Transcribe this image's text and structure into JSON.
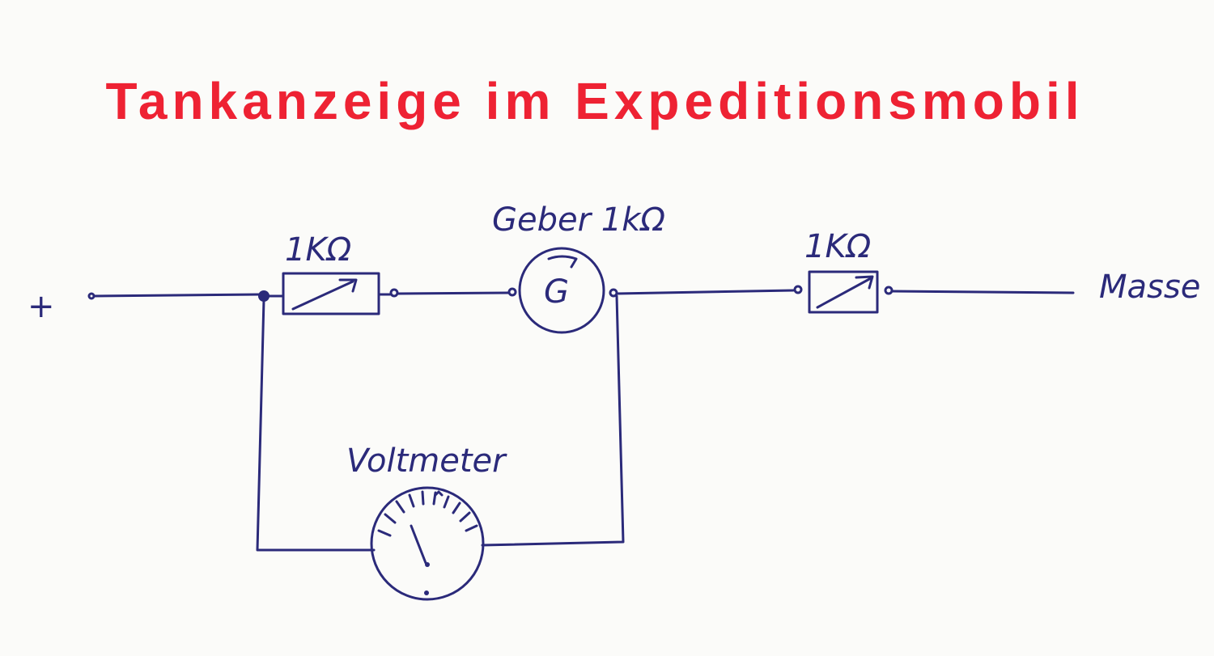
{
  "title": "Tankanzeige im Expeditionsmobil",
  "colors": {
    "title": "#ee2233",
    "ink": "#2b2a7a",
    "paper": "#fbfbf9"
  },
  "labels": {
    "plus": "+",
    "resistor_left": "1KΩ",
    "sender": "Geber 1kΩ",
    "sender_symbol": "G",
    "resistor_right": "1KΩ",
    "ground": "Masse",
    "voltmeter": "Voltmeter"
  }
}
